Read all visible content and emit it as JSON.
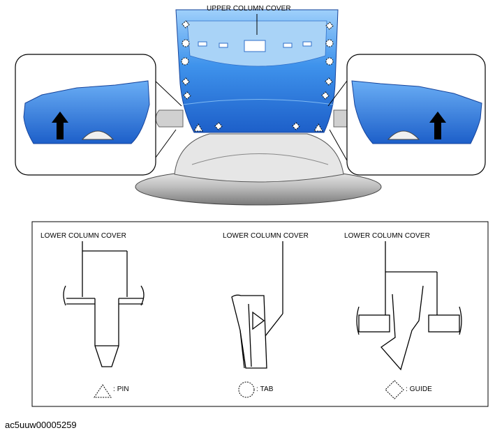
{
  "labels": {
    "upper_column_cover": "UPPER COLUMN COVER",
    "lower_cover_pin": "LOWER COLUMN COVER",
    "lower_cover_tab": "LOWER COLUMN COVER",
    "lower_cover_guide": "LOWER COLUMN COVER"
  },
  "legend": {
    "pin": ": PIN",
    "tab": ": TAB",
    "guide": ": GUIDE"
  },
  "figure_code": "ac5uuw00005259",
  "colors": {
    "cover_blue": "#2a78e0",
    "cover_light": "#8fc4f5",
    "wheel_gray": "#c9c9c9",
    "line": "#000000"
  }
}
